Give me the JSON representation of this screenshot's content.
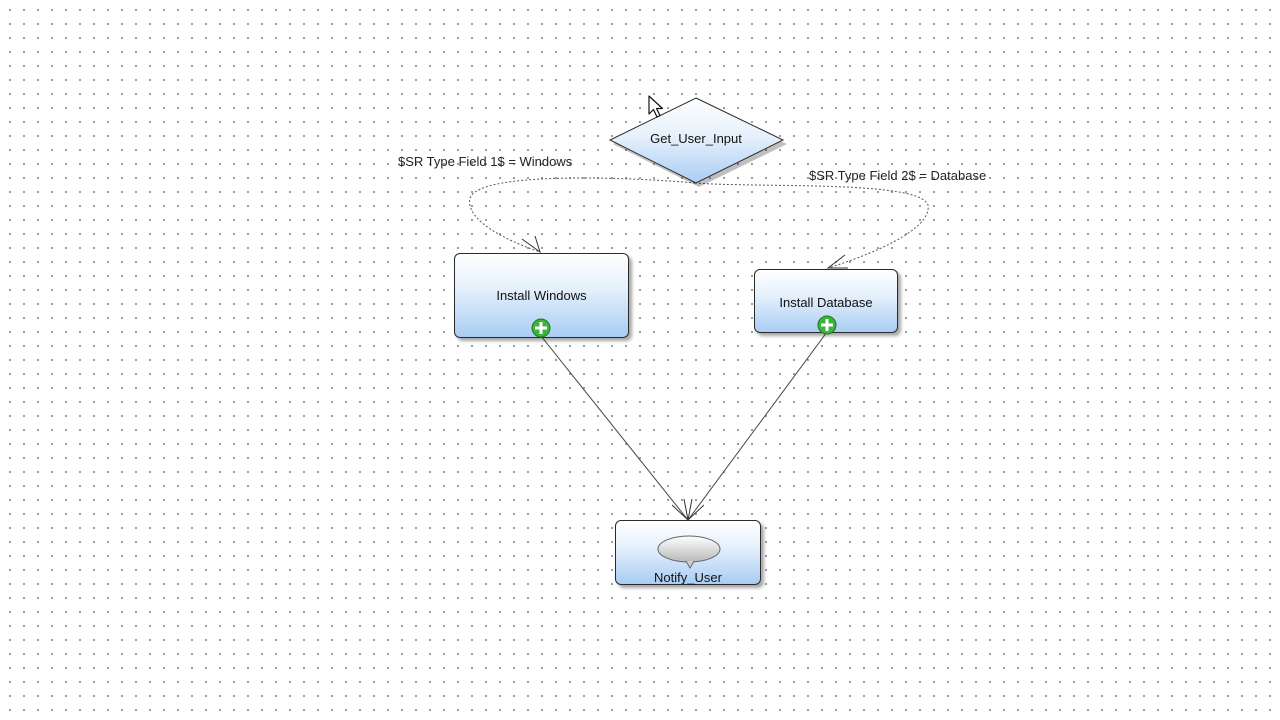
{
  "diagram": {
    "decision": {
      "label": "Get_User_Input"
    },
    "conditions": {
      "left": "$SR Type Field 1$ = Windows",
      "right": "$SR Type Field 2$ = Database"
    },
    "activities": {
      "install_windows": "Install Windows",
      "install_database": "Install Database",
      "notify_user": "Notify_User"
    }
  },
  "colors": {
    "node_fill_top": "#ffffff",
    "node_fill_bottom": "#a9cdf3",
    "plus_green": "#3cb33c"
  },
  "icons": {
    "add": "plus-icon",
    "message": "speech-bubble-icon",
    "pointer": "mouse-cursor-icon"
  }
}
